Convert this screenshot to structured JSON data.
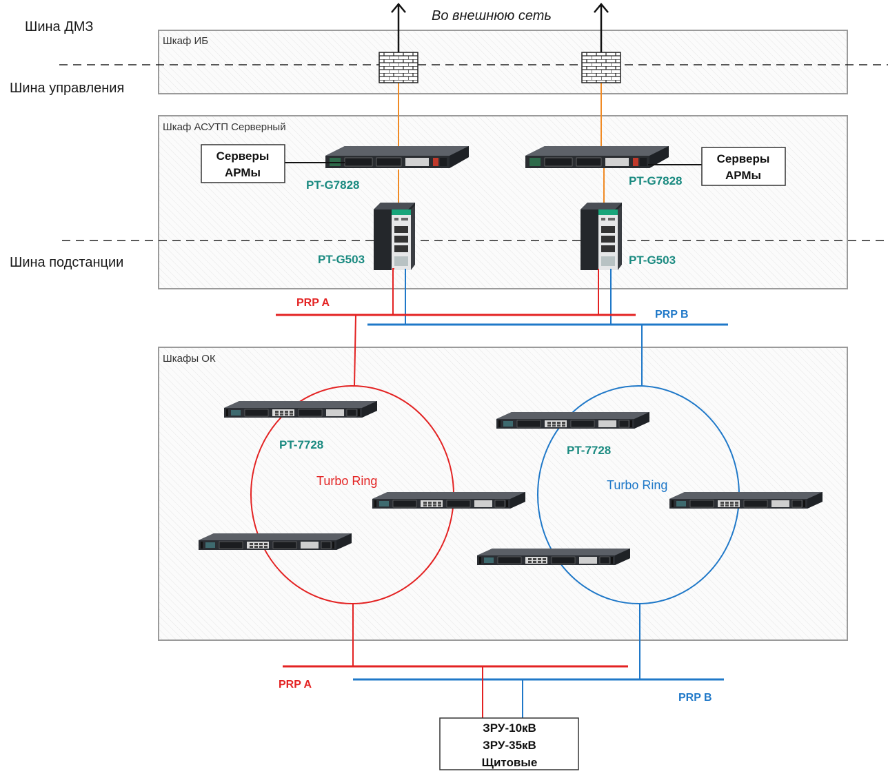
{
  "external_label": "Во внешнюю сеть",
  "buses": {
    "dmz": "Шина ДМЗ",
    "control": "Шина управления",
    "substation": "Шина подстанции"
  },
  "cabinets": {
    "ib": "Шкаф ИБ",
    "asutp": "Шкаф АСУТП Серверный",
    "ok": "Шкафы ОК"
  },
  "server_boxes": [
    {
      "line1": "Серверы",
      "line2": "АРМы"
    },
    {
      "line1": "Серверы",
      "line2": "АРМы"
    }
  ],
  "devices": {
    "core_switch": "PT-G7828",
    "prp_box": "PT-G503",
    "ring_switch": "PT-7728"
  },
  "networks": {
    "prp_a": "PRP A",
    "prp_b": "PRP B",
    "ring": "Turbo Ring"
  },
  "bottom_box": [
    "ЗРУ-10кВ",
    "ЗРУ-35кВ",
    "Щитовые"
  ],
  "colors": {
    "prp_a": "#e32222",
    "prp_b": "#1f78c8",
    "uplink": "#f08a24",
    "device_label": "#1a8a80"
  }
}
